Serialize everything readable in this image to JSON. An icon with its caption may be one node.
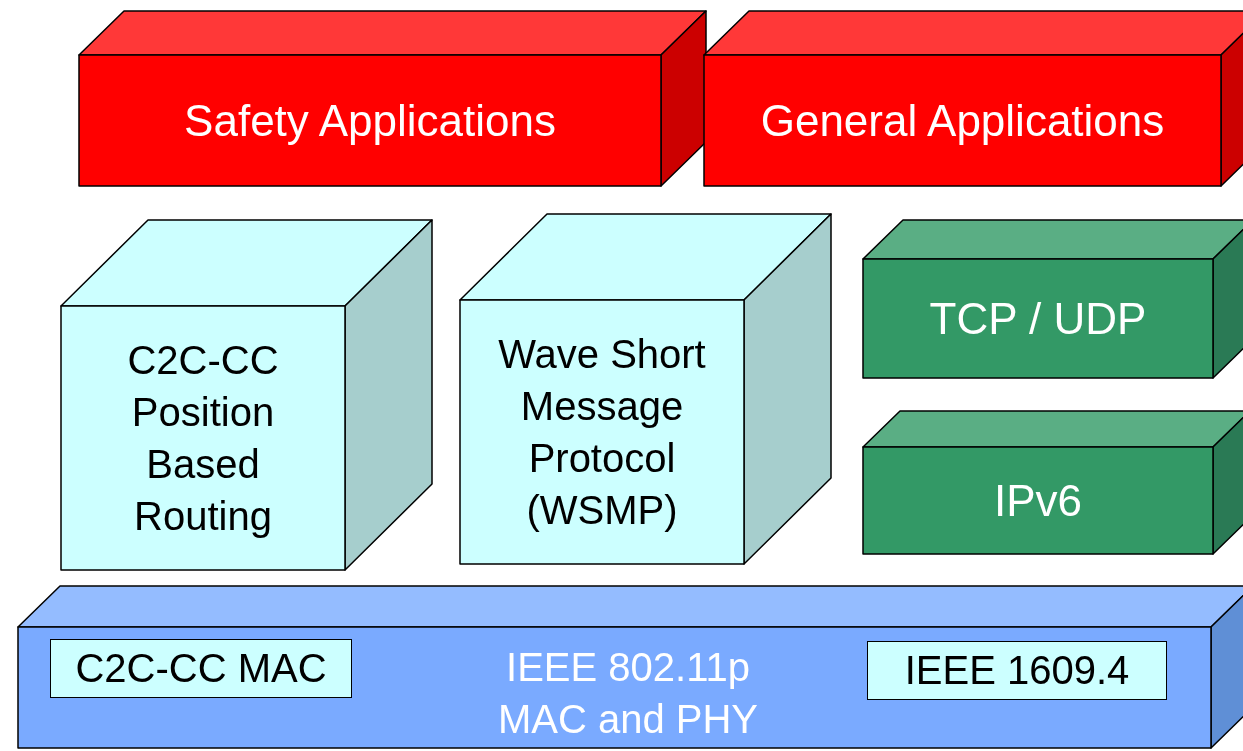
{
  "diagram": {
    "nodes": [
      {
        "text": [
          "Safety Applications"
        ]
      },
      {
        "text": [
          "General Applications"
        ]
      },
      {
        "text": [
          "C2C-CC Position Based Routing"
        ]
      },
      {
        "text": [
          "Wave Short Message Protocol (WSMP)"
        ]
      },
      {
        "text": [
          "TCP / UDP"
        ]
      },
      {
        "text": [
          "IPv6"
        ]
      },
      {
        "text": [
          "IEEE 802.11p MAC and PHY"
        ]
      },
      {
        "text": [
          "C2C-CC MAC"
        ],
        "in": 6
      },
      {
        "text": [
          "IEEE 1609.4"
        ],
        "in": 6
      }
    ]
  }
}
